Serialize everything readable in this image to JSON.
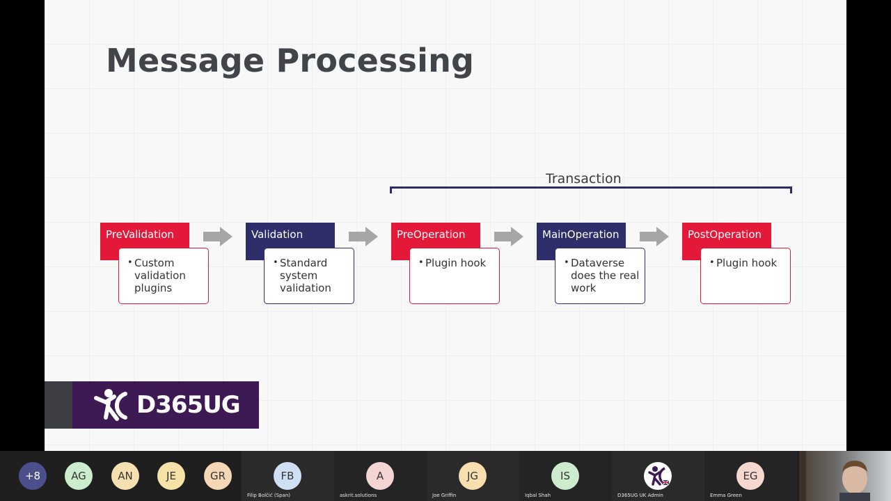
{
  "slide": {
    "title": "Message Processing",
    "transaction_label": "Transaction",
    "brand": "D365UG",
    "stages": [
      {
        "header": "PreValidation",
        "bullet": "Custom validation plugins",
        "color": "#e4193a"
      },
      {
        "header": "Validation",
        "bullet": "Standard system validation",
        "color": "#2e2f6a"
      },
      {
        "header": "PreOperation",
        "bullet": "Plugin hook",
        "color": "#e4193a"
      },
      {
        "header": "MainOperation",
        "bullet": "Dataverse does the real work",
        "color": "#2e2f6a"
      },
      {
        "header": "PostOperation",
        "bullet": "Plugin hook",
        "color": "#e4193a"
      }
    ]
  },
  "participants": {
    "more_count": "+8",
    "avatars": [
      {
        "initials": "AG",
        "color": "#cdeccd"
      },
      {
        "initials": "AN",
        "color": "#f7dfb0"
      },
      {
        "initials": "JE",
        "color": "#f7e2a8"
      },
      {
        "initials": "GR",
        "color": "#f5d6b5"
      }
    ],
    "tiles": [
      {
        "initials": "FB",
        "name": "Filip Bolčić (Span)",
        "color": "#cfe0f5"
      },
      {
        "initials": "A",
        "name": "askrit.solutions",
        "color": "#f5d4d4"
      },
      {
        "initials": "JG",
        "name": "Joe Griffin",
        "color": "#f7dfb0"
      },
      {
        "initials": "IS",
        "name": "Iqbal Shah",
        "color": "#cdeccd"
      },
      {
        "initials": "",
        "name": "D365UG UK Admin",
        "color": "#ffffff"
      },
      {
        "initials": "EG",
        "name": "Emma Green",
        "color": "#f7d8d0"
      }
    ]
  }
}
